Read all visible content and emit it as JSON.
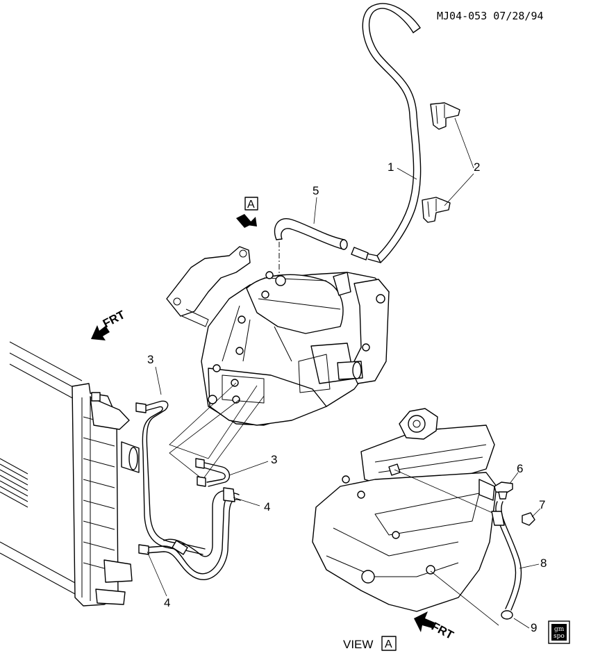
{
  "header": {
    "drawing_code": "MJ04-053 07/28/94"
  },
  "callouts": [
    {
      "id": "callout-1",
      "text": "1"
    },
    {
      "id": "callout-2",
      "text": "2"
    },
    {
      "id": "callout-3-upper",
      "text": "3"
    },
    {
      "id": "callout-3-lower",
      "text": "3"
    },
    {
      "id": "callout-4-right",
      "text": "4"
    },
    {
      "id": "callout-4-bottom",
      "text": "4"
    },
    {
      "id": "callout-5",
      "text": "5"
    },
    {
      "id": "callout-6",
      "text": "6"
    },
    {
      "id": "callout-7",
      "text": "7"
    },
    {
      "id": "callout-8",
      "text": "8"
    },
    {
      "id": "callout-9",
      "text": "9"
    }
  ],
  "direction_labels": {
    "front_upper": "FRT",
    "front_lower": "FRT"
  },
  "view_marker": {
    "letter": "A"
  },
  "view_caption": {
    "word": "VIEW",
    "letter": "A"
  },
  "logo": {
    "line1": "gm",
    "line2": "spo"
  }
}
